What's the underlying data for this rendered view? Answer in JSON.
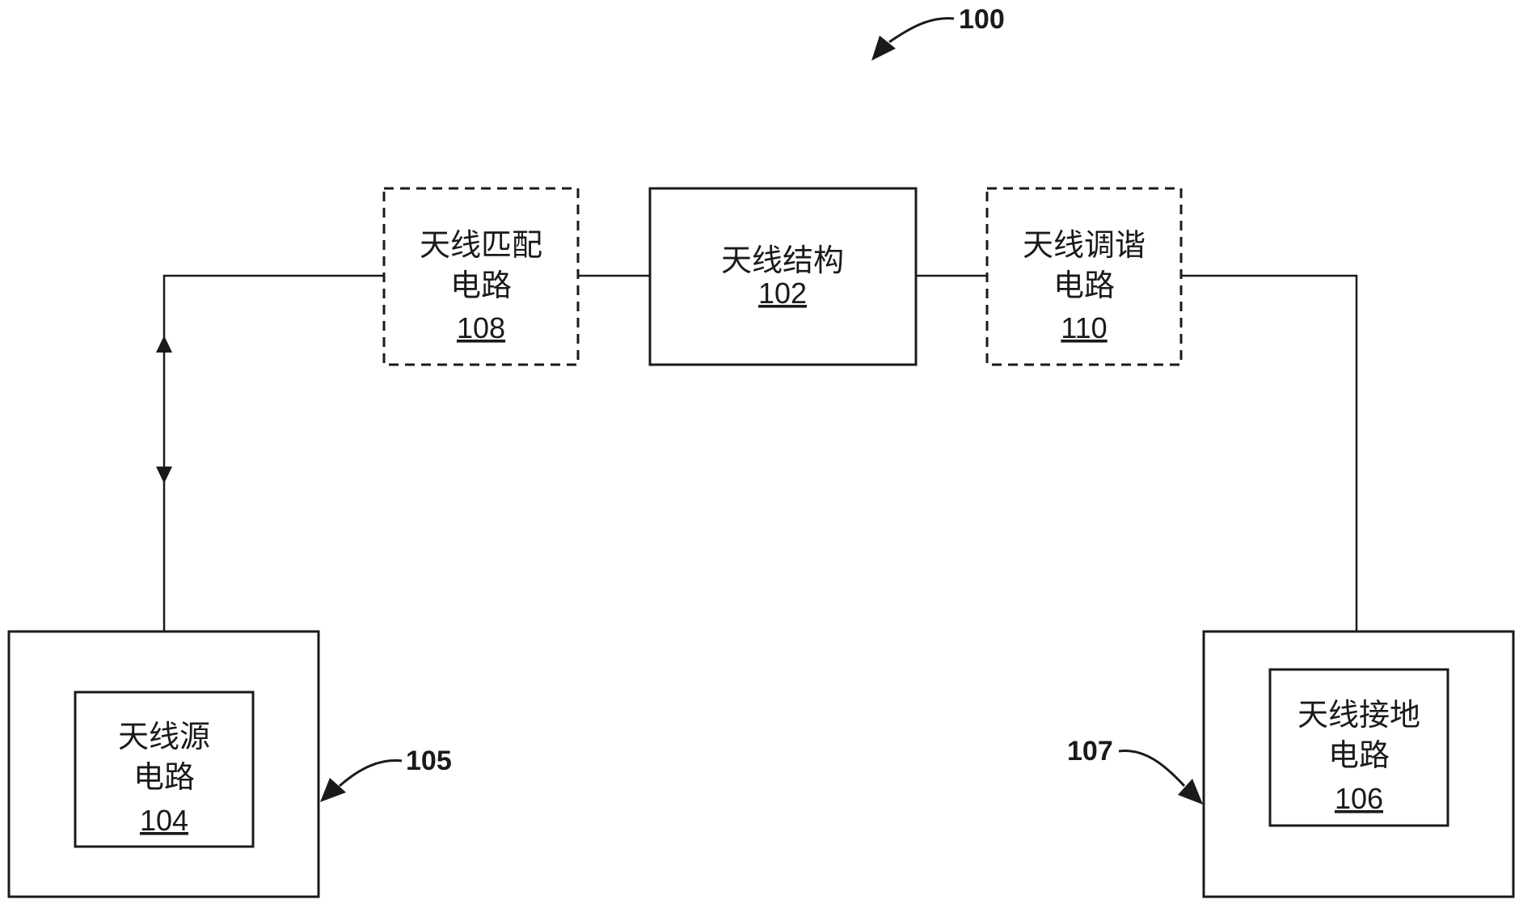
{
  "figure_ref": "100",
  "nodes": {
    "antenna_structure": {
      "line1": "天线结构",
      "number": "102"
    },
    "matching_circuit": {
      "line1": "天线匹配",
      "line2": "电路",
      "number": "108"
    },
    "tuning_circuit": {
      "line1": "天线调谐",
      "line2": "电路",
      "number": "110"
    },
    "source_circuit": {
      "line1": "天线源",
      "line2": "电路",
      "number": "104"
    },
    "ground_circuit": {
      "line1": "天线接地",
      "line2": "电路",
      "number": "106"
    }
  },
  "refs": {
    "source_housing": "105",
    "ground_housing": "107"
  }
}
